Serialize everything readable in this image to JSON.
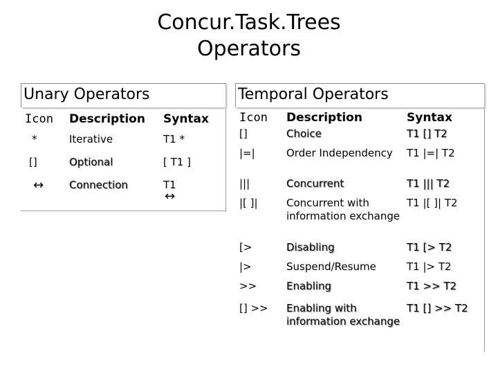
{
  "title": {
    "line1": "Concur.Task.Trees",
    "line2": "Operators"
  },
  "unary": {
    "heading": "Unary Operators",
    "columns": [
      "Icon",
      "Description",
      "Syntax"
    ],
    "rows": [
      {
        "icon": "*",
        "description": "Iterative",
        "syntax": "T1 *"
      },
      {
        "icon": "[]",
        "description": "Optional",
        "syntax": "[ T1 ]"
      },
      {
        "icon": "↔",
        "description": "Connection",
        "syntax": "T1",
        "syntax2": "↔"
      }
    ]
  },
  "temporal": {
    "heading": "Temporal Operators",
    "columns": [
      "Icon",
      "Description",
      "Syntax"
    ],
    "rows": [
      {
        "icon": "[]",
        "description": "Choice",
        "syntax": "T1 [] T2"
      },
      {
        "icon": "|=|",
        "description": "Order Independency",
        "syntax": "T1 |=| T2"
      },
      {
        "icon": "|||",
        "description": "Concurrent",
        "syntax": "T1 ||| T2"
      },
      {
        "icon": "|[ ]|",
        "description": "Concurrent with information exchange",
        "syntax": "T1 |[ ]| T2"
      },
      {
        "icon": "[>",
        "description": "Disabling",
        "syntax": "T1 [> T2"
      },
      {
        "icon": "|>",
        "description": "Suspend/Resume",
        "syntax": "T1 |> T2"
      },
      {
        "icon": ">>",
        "description": "Enabling",
        "syntax": "T1 >> T2"
      },
      {
        "icon": "[] >>",
        "description": "Enabling with information exchange",
        "syntax": "T1 [] >> T2"
      }
    ]
  }
}
